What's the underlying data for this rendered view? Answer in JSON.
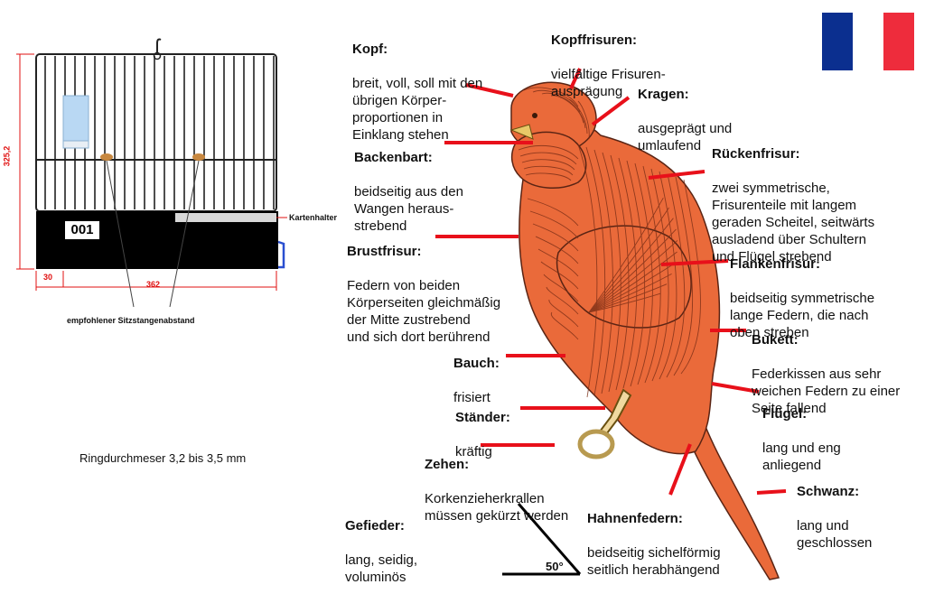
{
  "cage": {
    "number": "001",
    "card_holder_label": "Kartenhalter",
    "height_dim": "325,2",
    "width_dim": "362",
    "offset_dim": "30",
    "perch_note": "empfohlener Sitzstangenabstand"
  },
  "ring_note": "Ringdurchmeser 3,2 bis 3,5 mm",
  "angle_label": "50°",
  "flag_colors": [
    "#0b2f8f",
    "#ffffff",
    "#ee2c3c"
  ],
  "bird_color": "#ea6a3a",
  "leader_color": "#e8101a",
  "labels": {
    "kopf": {
      "title": "Kopf:",
      "desc": "breit, voll, soll mit den\nübrigen Körper-\nproportionen in\nEinklang stehen"
    },
    "kopffrisuren": {
      "title": "Kopffrisuren:",
      "desc": "vielfältige Frisuren-\nausprägung"
    },
    "kragen": {
      "title": "Kragen:",
      "desc": "ausgeprägt und\numlaufend"
    },
    "backenbart": {
      "title": "Backenbart:",
      "desc": "beidseitig aus den\nWangen heraus-\nstrebend"
    },
    "rueckenfrisur": {
      "title": "Rückenfrisur:",
      "desc": "zwei symmetrische,\nFrisurenteile mit langem\ngeraden Scheitel, seitwärts\nausladend über Schultern\nund Flügel strebend"
    },
    "brustfrisur": {
      "title": "Brustfrisur:",
      "desc": "Federn von beiden\nKörperseiten gleichmäßig\nder Mitte zustrebend\nund sich dort berührend"
    },
    "flankenfrisur": {
      "title": "Flankenfrisur:",
      "desc": "beidseitig symmetrische\nlange Federn, die nach\noben streben"
    },
    "bukett": {
      "title": "Bukett:",
      "desc": "Federkissen aus sehr\nweichen Federn zu einer\nSeite fallend"
    },
    "bauch": {
      "title": "Bauch:",
      "desc": "frisiert"
    },
    "fluegel": {
      "title": "Flügel:",
      "desc": "lang und eng\nanliegend"
    },
    "staender": {
      "title": "Ständer:",
      "desc": "kräftig"
    },
    "zehen": {
      "title": "Zehen:",
      "desc": "Korkenzieherkrallen\nmüssen gekürzt werden"
    },
    "schwanz": {
      "title": "Schwanz:",
      "desc": "lang und\ngeschlossen"
    },
    "hahnenfedern": {
      "title": "Hahnenfedern:",
      "desc": "beidseitig sichelförmig\nseitlich herabhängend"
    },
    "gefieder": {
      "title": "Gefieder:",
      "desc": "lang, seidig,\nvoluminös"
    }
  }
}
